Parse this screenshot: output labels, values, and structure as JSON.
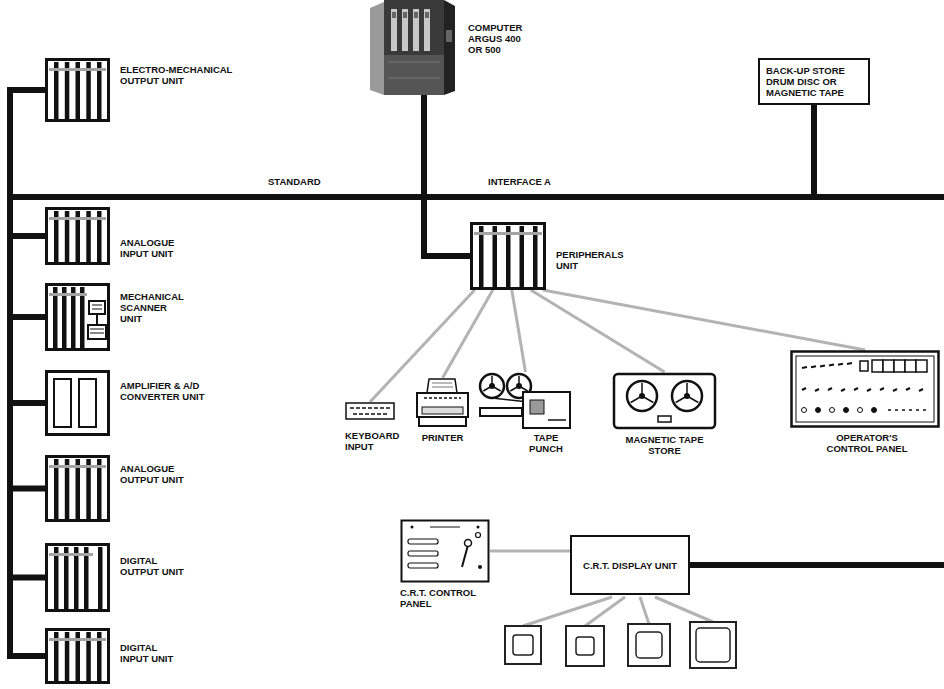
{
  "diagram": {
    "nodes": [
      {
        "text": [
          "COMPUTER ARGUS 400 OR 500"
        ]
      },
      {
        "text": [
          "ELECTRO-MECHANICAL OUTPUT UNIT"
        ]
      },
      {
        "text": [
          "BACK-UP STORE DRUM DISC OR MAGNETIC TAPE"
        ]
      },
      {
        "text": [
          "ANALOGUE INPUT UNIT"
        ]
      },
      {
        "text": [
          "PERIPHERALS UNIT"
        ]
      },
      {
        "text": [
          "MECHANICAL SCANNER UNIT"
        ]
      },
      {
        "text": [
          "AMPLIFIER & A/D CONVERTER UNIT"
        ]
      },
      {
        "text": [
          "KEYBOARD INPUT"
        ]
      },
      {
        "text": [
          "PRINTER"
        ]
      },
      {
        "text": [
          "TAPE PUNCH"
        ]
      },
      {
        "text": [
          "MAGNETIC TAPE STORE"
        ]
      },
      {
        "text": [
          "OPERATOR'S CONTROL PANEL"
        ]
      },
      {
        "text": [
          "ANALOGUE OUTPUT UNIT"
        ]
      },
      {
        "text": [
          "C.R.T. CONTROL PANEL"
        ]
      },
      {
        "text": [
          "C.R.T. DISPLAY UNIT"
        ]
      },
      {
        "text": [
          "DIGITAL OUTPUT UNIT"
        ]
      },
      {
        "text": [
          "DIGITAL INPUT UNIT"
        ]
      }
    ],
    "edges": [
      {
        "from": 0,
        "to": 1,
        "arrow": "none"
      },
      {
        "from": 0,
        "to": 2,
        "arrow": "none"
      },
      {
        "from": 0,
        "to": 3,
        "arrow": "none"
      },
      {
        "from": 0,
        "to": 4,
        "arrow": "none"
      },
      {
        "from": 0,
        "to": 5,
        "arrow": "none"
      },
      {
        "from": 0,
        "to": 6,
        "arrow": "none"
      },
      {
        "from": 4,
        "to": 7,
        "arrow": "none"
      },
      {
        "from": 4,
        "to": 8,
        "arrow": "none"
      },
      {
        "from": 4,
        "to": 9,
        "arrow": "none"
      },
      {
        "from": 4,
        "to": 10,
        "arrow": "none"
      },
      {
        "from": 4,
        "to": 11,
        "arrow": "none"
      },
      {
        "from": 0,
        "to": 12,
        "arrow": "none"
      },
      {
        "from": 13,
        "to": 14,
        "arrow": "none"
      },
      {
        "from": 0,
        "to": 14,
        "arrow": "none"
      },
      {
        "from": 0,
        "to": 15,
        "arrow": "none"
      },
      {
        "from": 0,
        "to": 16,
        "arrow": "none"
      }
    ],
    "labels": [
      "STANDARD",
      "INTERFACE A"
    ]
  }
}
